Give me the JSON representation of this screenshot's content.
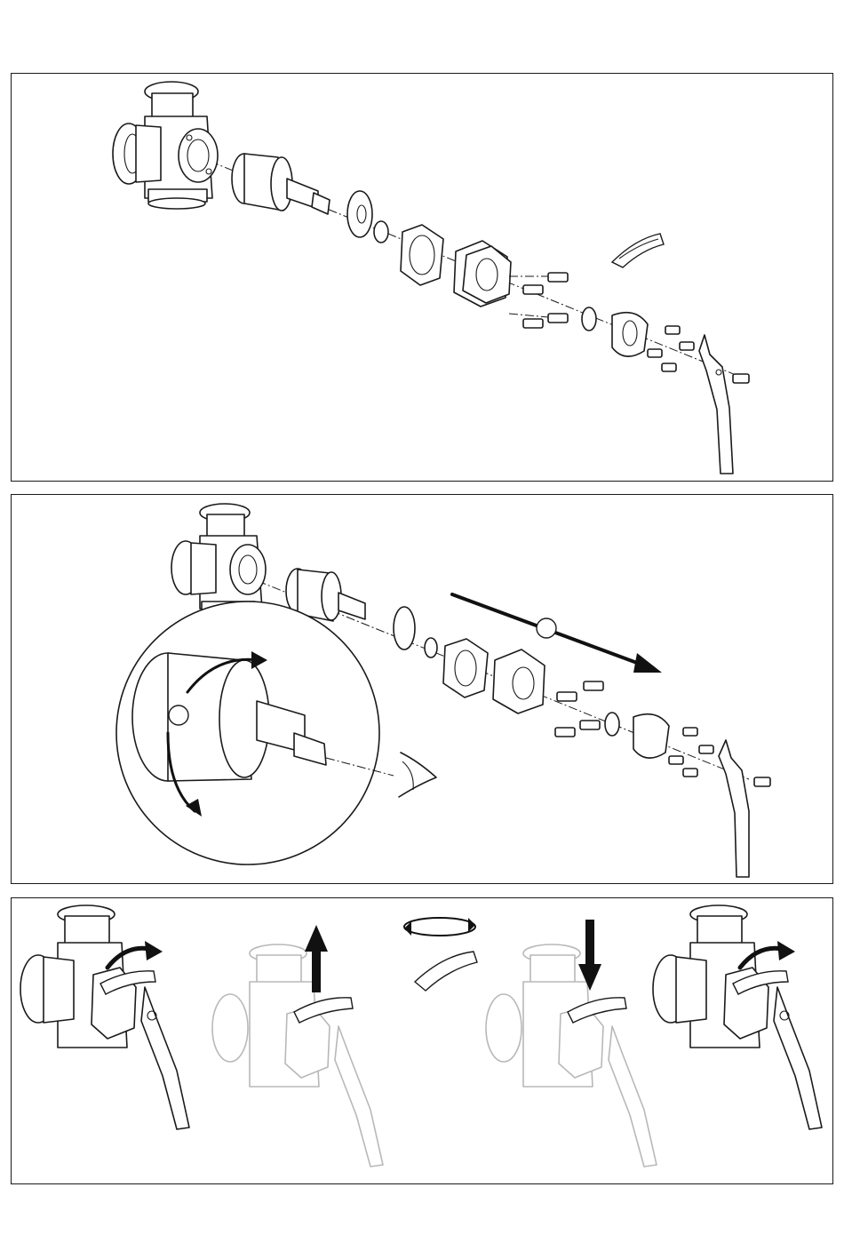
{
  "document": {
    "panels": [
      {
        "id": "panel-1",
        "step": "exploded-assembly"
      },
      {
        "id": "panel-2",
        "step": "spindle-marking-check"
      },
      {
        "id": "panel-3",
        "step": "scale-repositioning"
      }
    ]
  },
  "icons": {
    "valve_body": "four-way-valve-body-icon",
    "insert": "valve-insert-icon",
    "handle": "lever-handle-icon",
    "scale": "scale-segment-icon",
    "screw": "screw-icon",
    "eye": "eye-icon"
  },
  "colors": {
    "line": "#1a1a1a",
    "faded_line": "#b8b8b8",
    "arrow": "#111111",
    "background": "#ffffff"
  }
}
